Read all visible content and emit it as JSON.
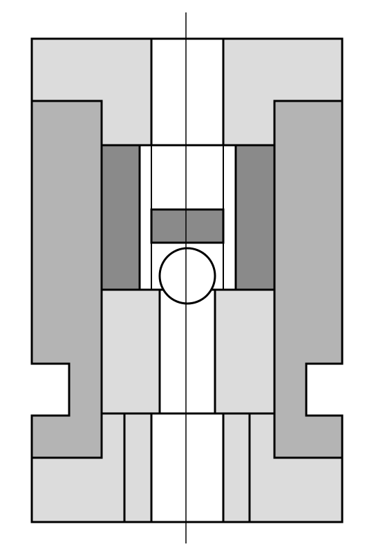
{
  "diagram": {
    "kind": "mechanical cross-section",
    "colors": {
      "background": "#ffffff",
      "light_fill": "#dcdcdc",
      "medium_fill": "#b4b4b4",
      "dark_fill": "#8a8a8a",
      "stroke": "#000000",
      "bore_fill": "#ffffff"
    },
    "parts": [
      "top-housing",
      "left-side-block",
      "right-side-block",
      "left-insert",
      "right-insert",
      "middle-block",
      "inner-slug",
      "ball",
      "bottom-housing",
      "bottom-sleeve",
      "center-axis-line"
    ]
  }
}
